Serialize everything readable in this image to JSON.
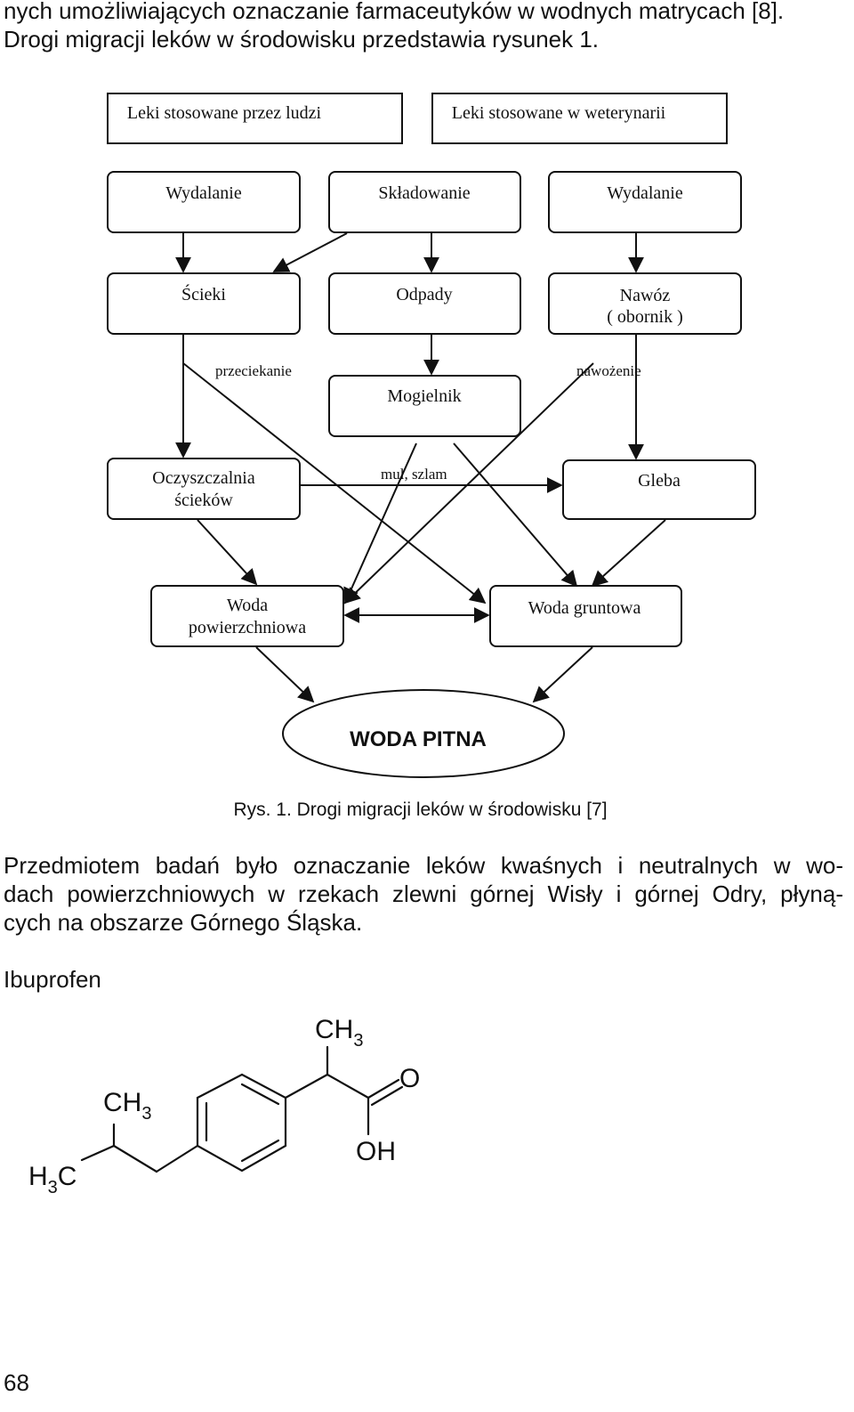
{
  "top_text": [
    "nych umożliwiających oznaczanie farmaceutyków w wodnych matrycach [8].",
    "Drogi migracji leków w środowisku przedstawia rysunek 1."
  ],
  "figure": {
    "boxes": {
      "human": "Leki stosowane przez ludzi",
      "vet": "Leki stosowane w weterynarii",
      "excretion_left": "Wydalanie",
      "storage": "Składowanie",
      "excretion_right": "Wydalanie",
      "sewage": "Ścieki",
      "waste": "Odpady",
      "manure_line1": "Nawóz",
      "manure_line2": "( obornik )",
      "landfill": "Mogielnik",
      "wwtp_line1": "Oczyszczalnia",
      "wwtp_line2": "ścieków",
      "soil": "Gleba",
      "surface_line1": "Woda",
      "surface_line2": "powierzchniowa",
      "ground": "Woda gruntowa",
      "drinking": "WODA PITNA"
    },
    "labels": {
      "leakage": "przeciekanie",
      "fertilization": "nawożenie",
      "sludge": "mul, szlam"
    },
    "caption": "Rys. 1. Drogi migracji leków w środowisku [7]"
  },
  "paragraph": [
    "Przedmiotem badań było oznaczanie leków kwaśnych i neutralnych w wo-",
    "dach powierzchniowych w rzekach zlewni górnej Wisły i górnej Odry, płyną-",
    "cych na obszarze Górnego Śląska."
  ],
  "compound": {
    "name": "Ibuprofen",
    "ch3": "CH",
    "h3c_h": "H",
    "h3c_c": "C",
    "sub3": "3",
    "o": "O",
    "oh": "OH"
  },
  "page_number": "68"
}
